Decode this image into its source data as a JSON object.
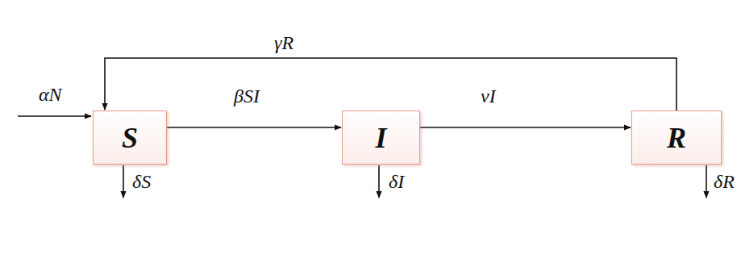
{
  "diagram": {
    "nodes": [
      {
        "text": [
          "S"
        ]
      },
      {
        "text": [
          "I"
        ]
      },
      {
        "text": [
          "R"
        ]
      }
    ],
    "edges": [
      {
        "from": 0,
        "to": 1,
        "arrow": "to",
        "label": "βSI"
      },
      {
        "from": 1,
        "to": 2,
        "arrow": "to",
        "label": "vI"
      },
      {
        "from": 2,
        "to": 0,
        "arrow": "to",
        "label": "γR"
      }
    ],
    "labels": [
      "αN",
      "δS",
      "δI",
      "δR"
    ]
  }
}
